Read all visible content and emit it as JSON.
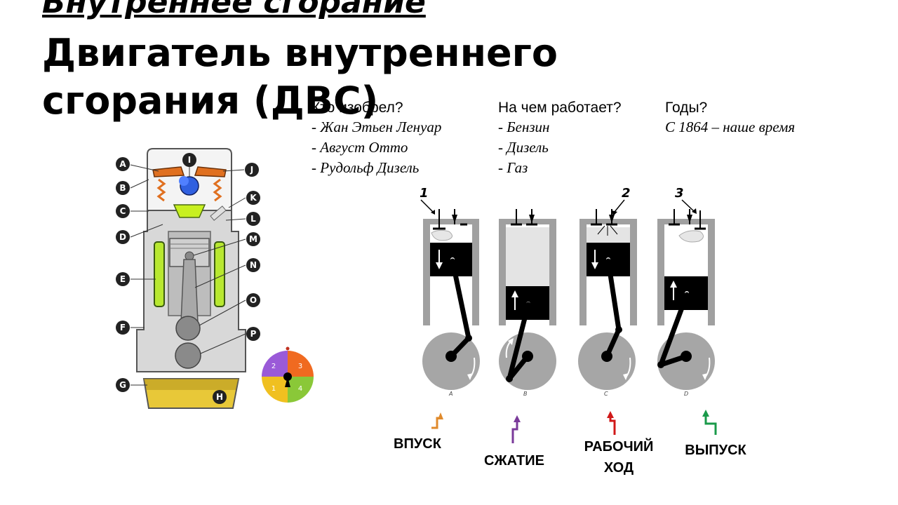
{
  "slide": {
    "top_title": "Внутреннее сгорание",
    "title": "Двигатель внутреннего сгорания (ДВС)"
  },
  "info": {
    "inventors": {
      "heading": "Кто изобрел?",
      "items": [
        "- Жан Этьен Ленуар",
        "- Август Отто",
        "- Рудольф Дизель"
      ]
    },
    "fuel": {
      "heading": "На чем работает?",
      "items": [
        "- Бензин",
        "- Дизель",
        "- Газ"
      ]
    },
    "years": {
      "heading": "Годы?",
      "items": [
        "С 1864 – наше время"
      ]
    }
  },
  "engine_diagram": {
    "labels": [
      "A",
      "B",
      "C",
      "D",
      "E",
      "F",
      "G",
      "H",
      "I",
      "J",
      "K",
      "L",
      "M",
      "N",
      "O",
      "P"
    ],
    "cycle_wheel": [
      "1",
      "2",
      "3",
      "4"
    ]
  },
  "strokes": [
    {
      "letter": "A",
      "marker": "1",
      "label": "ВПУСК",
      "color": "#e08a2c"
    },
    {
      "letter": "B",
      "marker": "",
      "label": "СЖАТИЕ",
      "color": "#7a3a9a"
    },
    {
      "letter": "C",
      "marker": "2",
      "label": "РАБОЧИЙ ХОД",
      "color": "#d01818"
    },
    {
      "letter": "D",
      "marker": "3",
      "label": "ВЫПУСК",
      "color": "#1a9a4a"
    }
  ],
  "colors": {
    "cylinder_wall": "#a0a0a0",
    "piston": "#000000",
    "crank_disk": "#a6a6a6",
    "coolant": "#b8e830",
    "oil": "#e8c838",
    "valve_spring": "#e07020",
    "spark_zone": "#3060e0"
  }
}
